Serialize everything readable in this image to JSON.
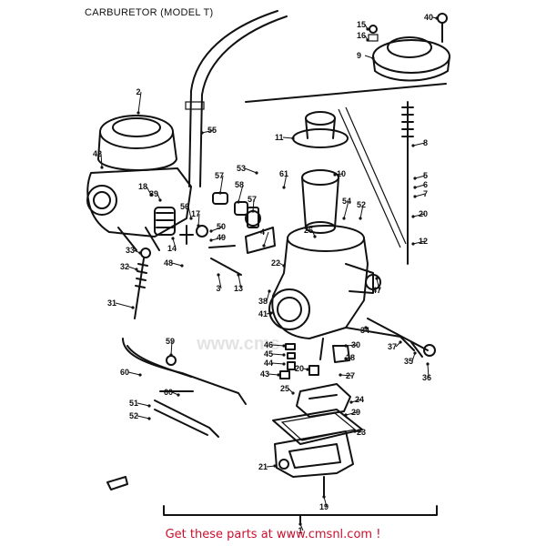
{
  "title": "CARBURETOR (MODEL T)",
  "footer": "Get these parts at www.cmsnl.com !",
  "watermark": "www.cms",
  "callouts": [
    {
      "id": "c15",
      "text": "15"
    },
    {
      "id": "c16",
      "text": "16"
    },
    {
      "id": "c9",
      "text": "9"
    },
    {
      "id": "c40",
      "text": "40"
    },
    {
      "id": "c2",
      "text": "2"
    },
    {
      "id": "c55",
      "text": "55"
    },
    {
      "id": "c11",
      "text": "11"
    },
    {
      "id": "c10",
      "text": "10"
    },
    {
      "id": "c8",
      "text": "8"
    },
    {
      "id": "c53",
      "text": "53"
    },
    {
      "id": "c61",
      "text": "61"
    },
    {
      "id": "c5",
      "text": "5"
    },
    {
      "id": "c6",
      "text": "6"
    },
    {
      "id": "c7",
      "text": "7"
    },
    {
      "id": "c42",
      "text": "42"
    },
    {
      "id": "c18",
      "text": "18"
    },
    {
      "id": "c39",
      "text": "39"
    },
    {
      "id": "c57",
      "text": "57"
    },
    {
      "id": "c58",
      "text": "58"
    },
    {
      "id": "c57b",
      "text": "57"
    },
    {
      "id": "c54",
      "text": "54"
    },
    {
      "id": "c52",
      "text": "52"
    },
    {
      "id": "c20",
      "text": "20"
    },
    {
      "id": "c56",
      "text": "56"
    },
    {
      "id": "c17",
      "text": "17"
    },
    {
      "id": "c26",
      "text": "26"
    },
    {
      "id": "c12",
      "text": "12"
    },
    {
      "id": "c50",
      "text": "50"
    },
    {
      "id": "c49",
      "text": "49"
    },
    {
      "id": "c4",
      "text": "4"
    },
    {
      "id": "c14",
      "text": "14"
    },
    {
      "id": "c22",
      "text": "22"
    },
    {
      "id": "c33",
      "text": "33"
    },
    {
      "id": "c48",
      "text": "48"
    },
    {
      "id": "c32",
      "text": "32"
    },
    {
      "id": "c3",
      "text": "3"
    },
    {
      "id": "c13",
      "text": "13"
    },
    {
      "id": "c38",
      "text": "38"
    },
    {
      "id": "c47",
      "text": "47"
    },
    {
      "id": "c31",
      "text": "31"
    },
    {
      "id": "c41",
      "text": "41"
    },
    {
      "id": "c34",
      "text": "34"
    },
    {
      "id": "c59",
      "text": "59"
    },
    {
      "id": "c30",
      "text": "30"
    },
    {
      "id": "c37",
      "text": "37"
    },
    {
      "id": "c35",
      "text": "35"
    },
    {
      "id": "c46",
      "text": "46"
    },
    {
      "id": "c45",
      "text": "45"
    },
    {
      "id": "c28",
      "text": "28"
    },
    {
      "id": "c44",
      "text": "44"
    },
    {
      "id": "c60",
      "text": "60"
    },
    {
      "id": "c43",
      "text": "43"
    },
    {
      "id": "c20b",
      "text": "20"
    },
    {
      "id": "c27",
      "text": "27"
    },
    {
      "id": "c36",
      "text": "36"
    },
    {
      "id": "c25",
      "text": "25"
    },
    {
      "id": "c60b",
      "text": "60"
    },
    {
      "id": "c24",
      "text": "24"
    },
    {
      "id": "c51",
      "text": "51"
    },
    {
      "id": "c29",
      "text": "29"
    },
    {
      "id": "c52b",
      "text": "52"
    },
    {
      "id": "c23",
      "text": "23"
    },
    {
      "id": "c21",
      "text": "21"
    },
    {
      "id": "c19",
      "text": "19"
    },
    {
      "id": "c1",
      "text": "1"
    }
  ]
}
